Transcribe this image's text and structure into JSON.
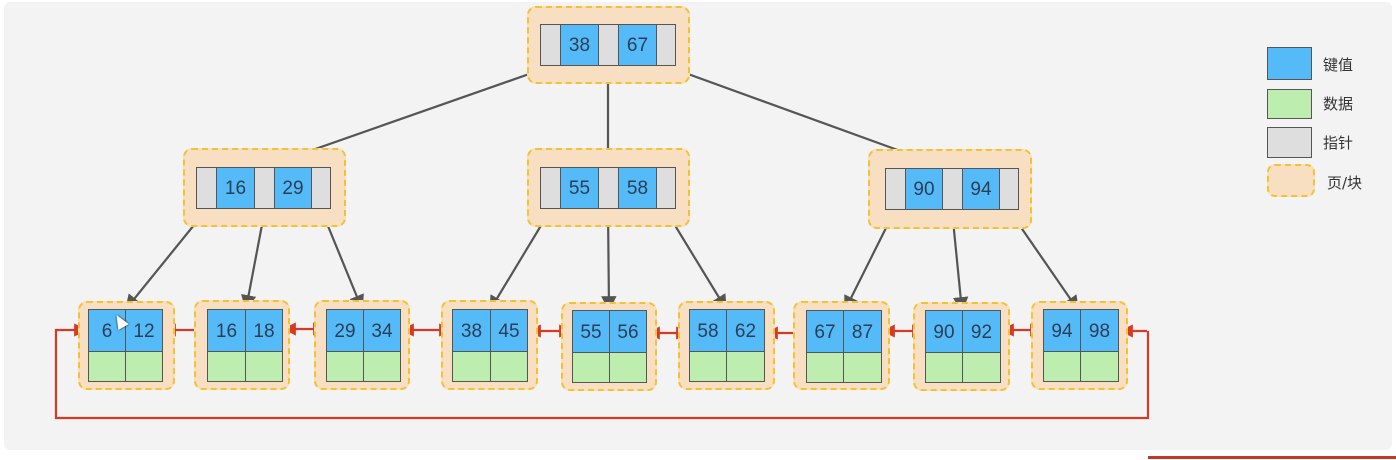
{
  "diagram": {
    "root": {
      "keys": [
        "38",
        "67"
      ]
    },
    "internal": [
      {
        "keys": [
          "16",
          "29"
        ]
      },
      {
        "keys": [
          "55",
          "58"
        ]
      },
      {
        "keys": [
          "90",
          "94"
        ]
      }
    ],
    "leaves": [
      {
        "keys": [
          "6",
          "12"
        ]
      },
      {
        "keys": [
          "16",
          "18"
        ]
      },
      {
        "keys": [
          "29",
          "34"
        ]
      },
      {
        "keys": [
          "38",
          "45"
        ]
      },
      {
        "keys": [
          "55",
          "56"
        ]
      },
      {
        "keys": [
          "58",
          "62"
        ]
      },
      {
        "keys": [
          "67",
          "87"
        ]
      },
      {
        "keys": [
          "90",
          "92"
        ]
      },
      {
        "keys": [
          "94",
          "98"
        ]
      }
    ]
  },
  "legend": {
    "key": "键值",
    "data": "数据",
    "pointer": "指针",
    "page": "页/块"
  },
  "colors": {
    "key": "#55bbf8",
    "data": "#bdeeb0",
    "pointer": "#dedede",
    "page_fill": "#f8dfc2",
    "page_border": "#f2c233",
    "tree_arrow": "#555555",
    "leaf_link": "#d63a26"
  }
}
